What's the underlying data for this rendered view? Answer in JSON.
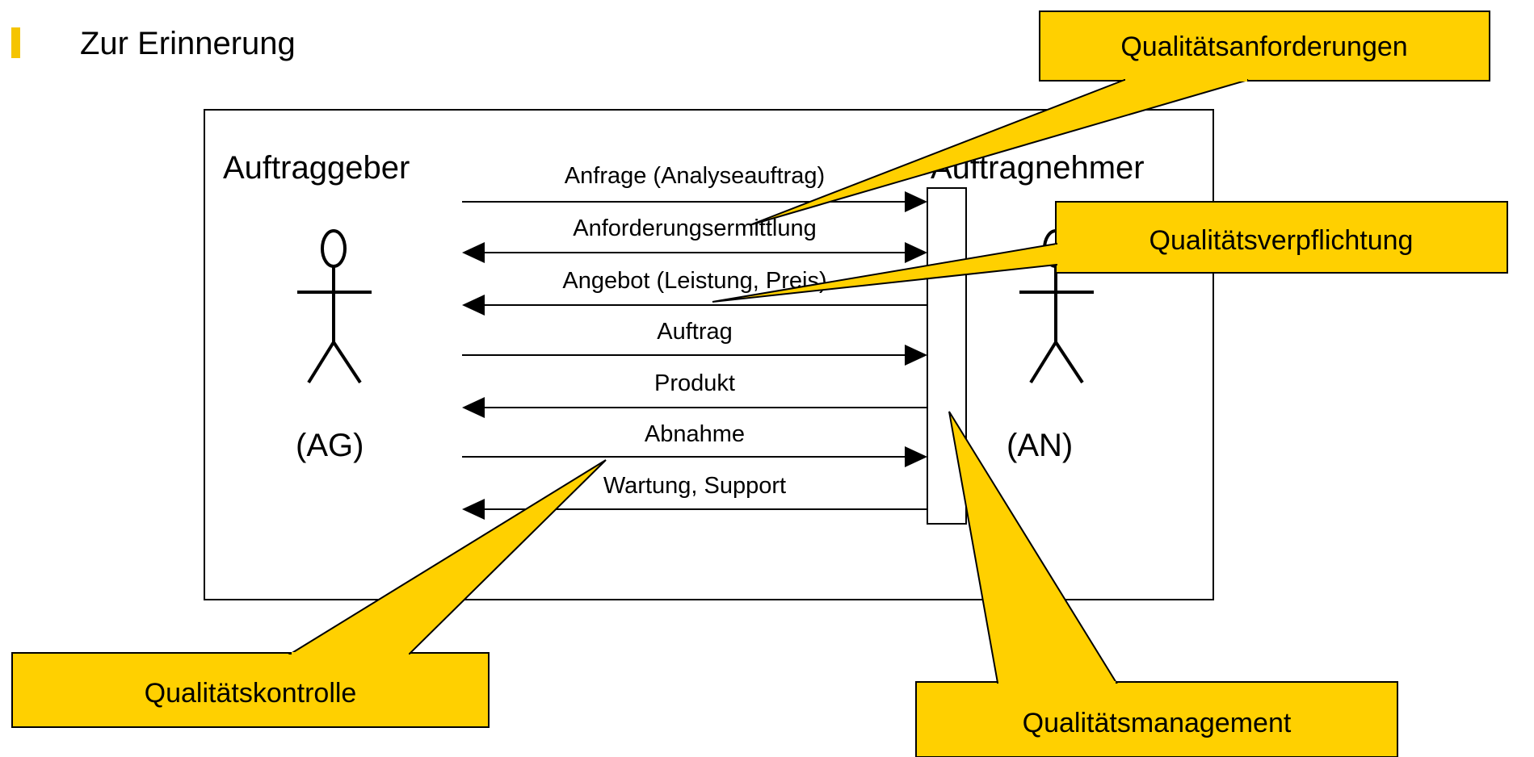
{
  "heading": "Zur Erinnerung",
  "actors": {
    "client": {
      "name": "Auftraggeber",
      "abbr": "(AG)"
    },
    "contractor": {
      "name": "Auftragnehmer",
      "abbr": "(AN)"
    }
  },
  "messages": [
    {
      "label": "Anfrage (Analyseauftrag)",
      "direction": "right"
    },
    {
      "label": "Anforderungsermittlung",
      "direction": "both"
    },
    {
      "label": "Angebot (Leistung, Preis)",
      "direction": "left"
    },
    {
      "label": "Auftrag",
      "direction": "right"
    },
    {
      "label": "Produkt",
      "direction": "left"
    },
    {
      "label": "Abnahme",
      "direction": "right"
    },
    {
      "label": "Wartung, Support",
      "direction": "left"
    }
  ],
  "callouts": {
    "requirements": "Qualitätsanforderungen",
    "commitment": "Qualitätsverpflichtung",
    "control": "Qualitätskontrolle",
    "management": "Qualitätsmanagement"
  },
  "colors": {
    "callout_fill": "#FFD000",
    "bullet": "#F5C400",
    "stroke": "#000000"
  }
}
